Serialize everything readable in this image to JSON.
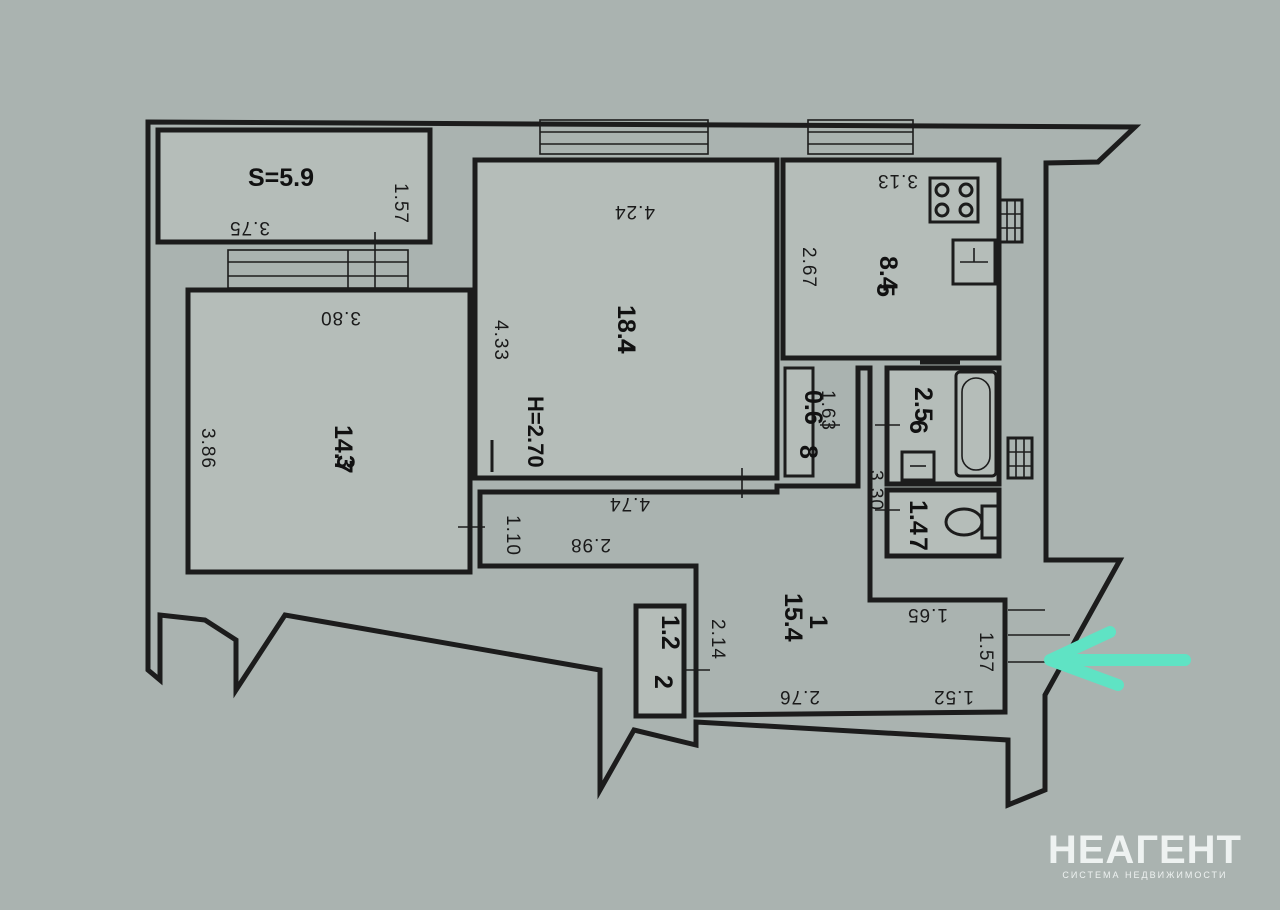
{
  "plan": {
    "ceiling_height": "H=2.70",
    "colors": {
      "paper": "#aab3b0",
      "ink": "#1c1c1c",
      "arrow": "#5fe3c4"
    },
    "balcony": {
      "area": "S=5.9",
      "width": "3.75",
      "depth": "1.57"
    },
    "rooms": [
      {
        "number": "1",
        "area": "15.4"
      },
      {
        "number": "2",
        "area": "1.2"
      },
      {
        "number": "3",
        "area": "14.7"
      },
      {
        "number": "4",
        "area": "18.4"
      },
      {
        "number": "5",
        "area": "8.4"
      },
      {
        "number": "6",
        "area": "2.5"
      },
      {
        "number": "7",
        "area": "1.4"
      },
      {
        "number": "8",
        "area": "0.6"
      }
    ],
    "dimensions": {
      "room3_width": "3.80",
      "room3_depth": "3.86",
      "room4_width": "4.24",
      "room4_depth": "4.33",
      "room4_bottom": "4.74",
      "room5_width": "3.13",
      "room5_depth": "2.67",
      "pantry8": "1.63",
      "bath_depth": "3.30",
      "corridor_door": "1.10",
      "corridor_width": "2.98",
      "closet_depth": "2.14",
      "hall_top": "1.65",
      "hall_entry": "1.57",
      "hall_bottom": "2.76",
      "hall_bottom_right": "1.52"
    },
    "entrance_arrow": "entrance-arrow"
  },
  "watermark": {
    "logo": "НЕАГЕНТ",
    "tagline": "СИСТЕМА НЕДВИЖИМОСТИ"
  }
}
